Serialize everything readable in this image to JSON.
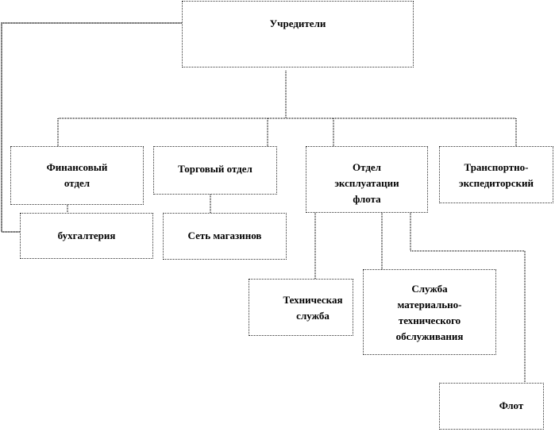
{
  "nodes": {
    "founders": "Учредители",
    "finance": "Финансовый\nотдел",
    "trade": "Торговый отдел",
    "fleet_ops": "Отдел\nэксплуатации\nфлота",
    "transport": "Транспортно-\nэкспедиторский",
    "accounting": "бухгалтерия",
    "stores": "Сеть магазинов",
    "technical": "Техническая\nслужба",
    "logistics": "Служба\nматериально-\nтехнического\nобслуживания",
    "fleet": "Флот"
  }
}
